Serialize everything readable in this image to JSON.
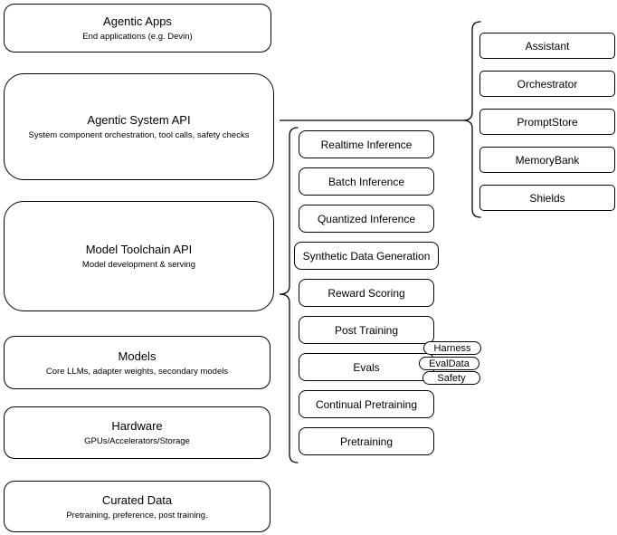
{
  "diagram": {
    "left_column": [
      {
        "title": "Agentic Apps",
        "subtitle": "End applications (e.g. Devin)"
      },
      {
        "title": "Agentic System API",
        "subtitle": "System component orchestration, tool calls, safety checks"
      },
      {
        "title": "Model Toolchain API",
        "subtitle": "Model development & serving"
      },
      {
        "title": "Models",
        "subtitle": "Core LLMs, adapter weights, secondary models"
      },
      {
        "title": "Hardware",
        "subtitle": "GPUs/Accelerators/Storage"
      },
      {
        "title": "Curated Data",
        "subtitle": "Pretraining, preference, post training."
      }
    ],
    "toolchain_nodes": [
      "Realtime Inference",
      "Batch Inference",
      "Quantized Inference",
      "Synthetic Data Generation",
      "Reward Scoring",
      "Post Training",
      "Evals",
      "Continual Pretraining",
      "Pretraining"
    ],
    "eval_pills": [
      "Harness",
      "EvalData",
      "Safety"
    ],
    "system_components": [
      "Assistant",
      "Orchestrator",
      "PromptStore",
      "MemoryBank",
      "Shields"
    ],
    "colors": {
      "stroke": "#000000",
      "background": "#ffffff",
      "text": "#000000"
    }
  }
}
